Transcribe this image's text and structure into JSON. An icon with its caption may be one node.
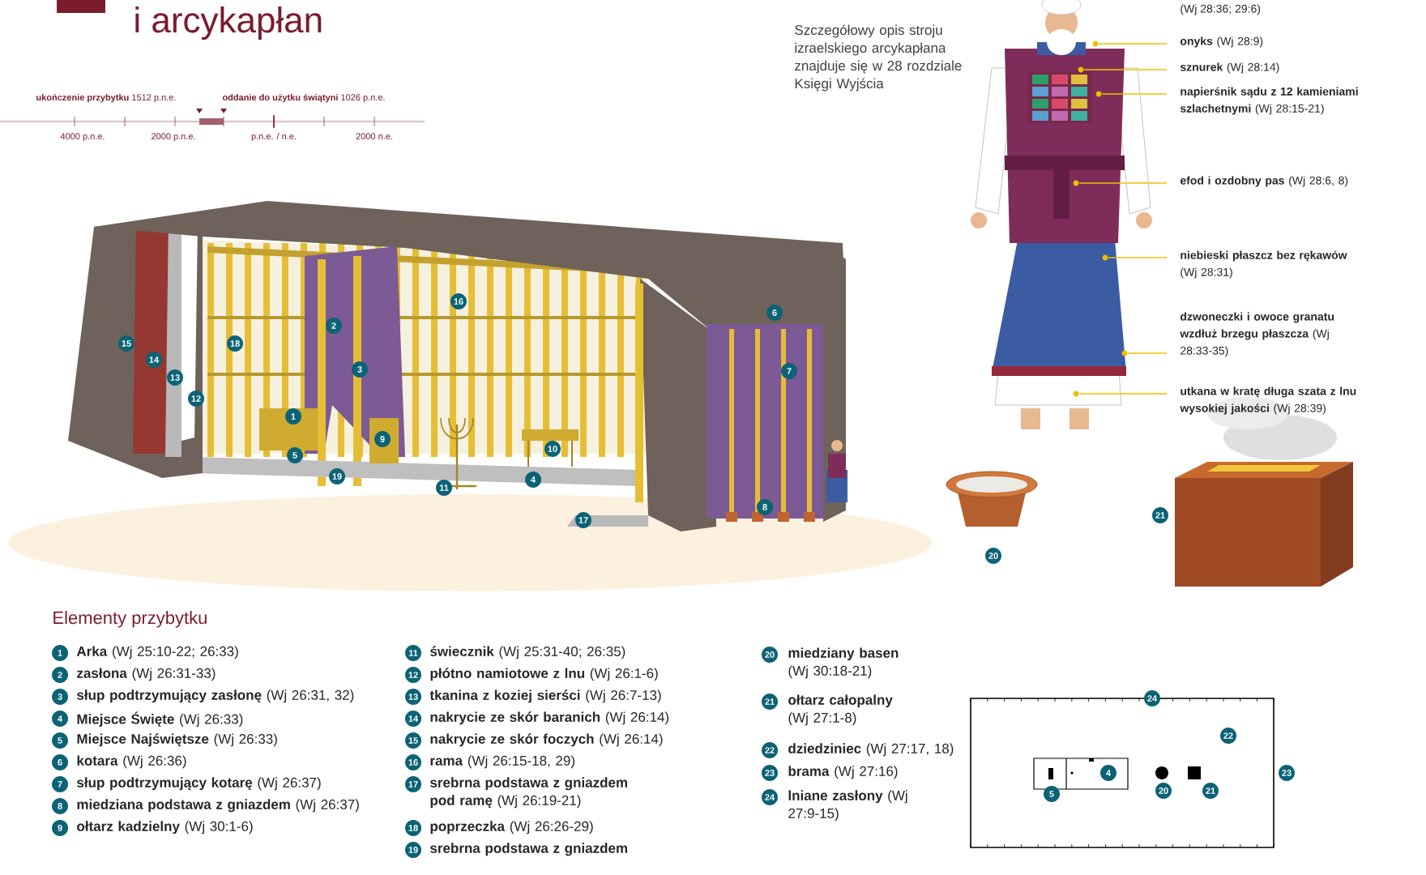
{
  "diagram": {
    "title": "i arcykapłan",
    "nodes": [
      {
        "text": [
          "**onyks** (Wj 28:9)"
        ]
      },
      {
        "text": [
          "**sznurek** (Wj 28:14)"
        ]
      },
      {
        "text": [
          "**napierśnik sądu z 12 kamieniami szlachetnymi** (Wj 28:15-21)"
        ]
      },
      {
        "text": [
          "**efod i ozdobny pas** (Wj 28:6, 8)"
        ]
      },
      {
        "text": [
          "**niebieski płaszcz bez rękawów** (Wj 28:31)"
        ]
      },
      {
        "text": [
          "**dzwoneczki i owoce granatu wzdłuż brzegu płaszcza** (Wj 28:33-35)"
        ]
      },
      {
        "text": [
          "**utkana w kratę długa szata z lnu wysokiej jakości** (Wj 28:39)"
        ]
      },
      {
        "text": [],
        "shape": "circle"
      },
      {
        "text": [],
        "shape": "circle"
      },
      {
        "text": [],
        "shape": "circle"
      },
      {
        "text": [],
        "shape": "circle"
      },
      {
        "text": [],
        "shape": "circle"
      },
      {
        "text": [],
        "shape": "circle"
      },
      {
        "text": [],
        "shape": "circle"
      }
    ],
    "edges": [
      {
        "from": 0,
        "to": 7,
        "arrow": "none"
      },
      {
        "from": 1,
        "to": 8,
        "arrow": "none"
      },
      {
        "from": 2,
        "to": 9,
        "arrow": "none"
      },
      {
        "from": 3,
        "to": 10,
        "arrow": "none"
      },
      {
        "from": 4,
        "to": 11,
        "arrow": "none"
      },
      {
        "from": 5,
        "to": 12,
        "arrow": "none"
      },
      {
        "from": 6,
        "to": 13,
        "arrow": "none"
      }
    ],
    "labels": [
      "**ukończenie przybytku** 1512 p.n.e.",
      "**oddanie do użytku świątyni** 1026 p.n.e.",
      "4000 p.n.e.",
      "2000 p.n.e.",
      "p.n.e. / n.e.",
      "2000 n.e.",
      "(Wj 28:36; 29:6)",
      "Szczegółowy opis stroju izraelskiego arcykapłana znajduje się w 28 rozdziale Księgi Wyjścia",
      "16",
      "6",
      "2",
      "15",
      "18",
      "14",
      "3",
      "7",
      "13",
      "12",
      "1",
      "9",
      "10",
      "5",
      "19",
      "4",
      "11",
      "8",
      "21",
      "17",
      "20",
      "Elementy przybytku",
      "1",
      "**Arka** (Wj 25:10-22; 26:33)",
      "2",
      "**zasłona** (Wj 26:31-33)",
      "3",
      "**słup podtrzymujący zasłonę** (Wj 26:31, 32)",
      "4",
      "**Miejsce Święte** (Wj 26:33)",
      "5",
      "**Miejsce Najświętsze** (Wj 26:33)",
      "6",
      "**kotara** (Wj 26:36)",
      "7",
      "**słup podtrzymujący kotarę** (Wj 26:37)",
      "8",
      "**miedziana podstawa z gniazdem** (Wj 26:37)",
      "9",
      "**ołtarz kadzielny** (Wj 30:1-6)",
      "11",
      "**świecznik** (Wj 25:31-40; 26:35)",
      "12",
      "**płótno namiotowe z lnu** (Wj 26:1-6)",
      "13",
      "**tkanina z koziej sierści** (Wj 26:7-13)",
      "14",
      "**nakrycie ze skór baranich** (Wj 26:14)",
      "15",
      "**nakrycie ze skór foczych** (Wj 26:14)",
      "16",
      "**rama** (Wj 26:15-18, 29)",
      "17",
      "**srebrna podstawa z gniazdem pod ramę** (Wj 26:19-21)",
      "18",
      "**poprzeczka** (Wj 26:26-29)",
      "19",
      "**srebrna podstawa z gniazdem**",
      "20",
      "**miedziany basen** (Wj 30:18-21)",
      "21",
      "**ołtarz całopalny** (Wj 27:1-8)",
      "22",
      "**dziedziniec** (Wj 27:17, 18)",
      "23",
      "**brama** (Wj 27:16)",
      "24",
      "**lniane zasłony** (Wj 27:9-15)",
      "24",
      "22",
      "4",
      "23",
      "5",
      "20",
      "21"
    ]
  }
}
